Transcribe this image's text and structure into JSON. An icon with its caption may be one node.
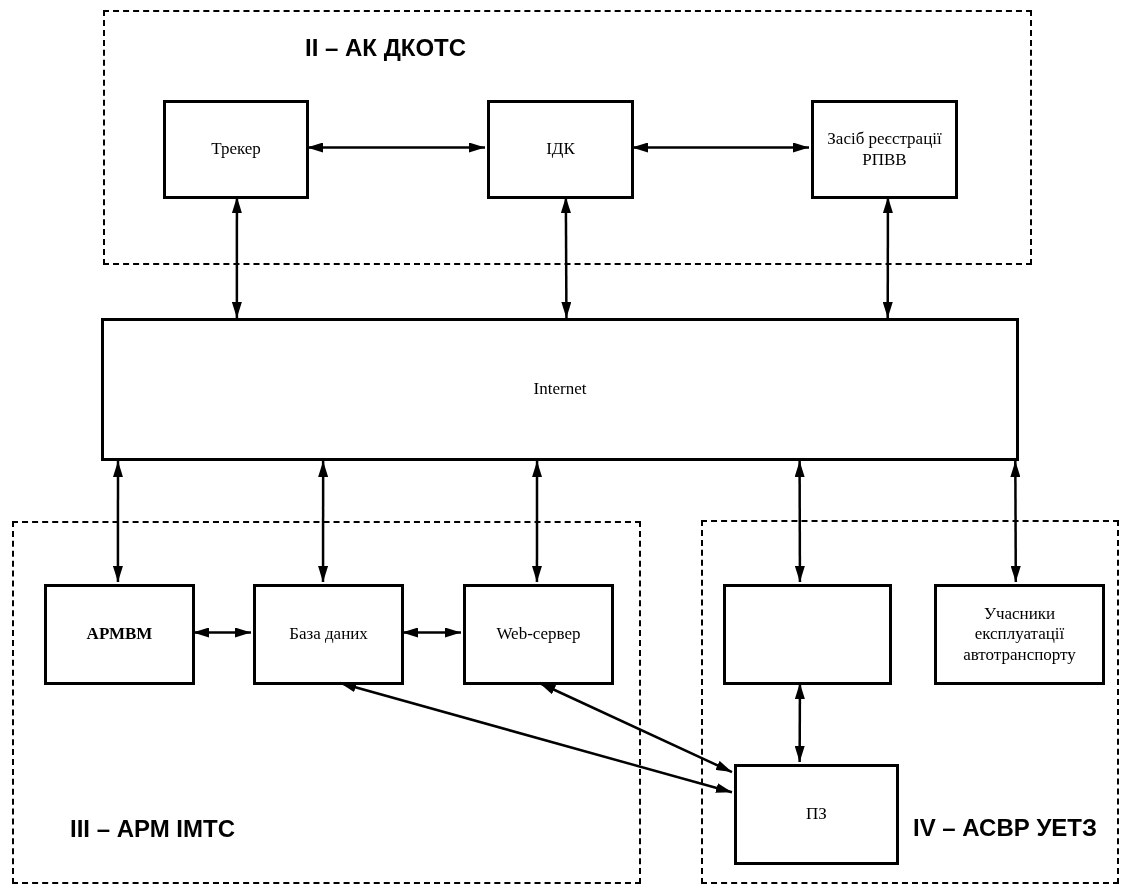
{
  "diagram": {
    "nodes": [
      {
        "text": [
          "II – АК ДКОТС"
        ]
      },
      {
        "text": [
          "Трекер"
        ],
        "in": 0
      },
      {
        "text": [
          "ІДК"
        ],
        "in": 0
      },
      {
        "text": [
          "Засіб реєстрації РПВВ"
        ],
        "in": 0
      },
      {
        "text": [
          "Internet"
        ]
      },
      {
        "text": [
          "III – АРМ ІМТС"
        ]
      },
      {
        "text": [
          "АРМВМ"
        ],
        "in": 5
      },
      {
        "text": [
          "База даних"
        ],
        "in": 5
      },
      {
        "text": [
          "Web-сервер"
        ],
        "in": 5
      },
      {
        "text": [
          "IV – АСВР УЕТЗ"
        ]
      },
      {
        "text": [],
        "shape": "box",
        "in": 9
      },
      {
        "text": [
          "Учасники експлуатації автотранспорту"
        ],
        "in": 9
      },
      {
        "text": [
          "ПЗ"
        ],
        "in": 9
      }
    ],
    "edges": [
      {
        "from": 1,
        "to": 2,
        "arrow": "both"
      },
      {
        "from": 2,
        "to": 3,
        "arrow": "both"
      },
      {
        "from": 4,
        "to": 1,
        "arrow": "both"
      },
      {
        "from": 4,
        "to": 2,
        "arrow": "both"
      },
      {
        "from": 4,
        "to": 3,
        "arrow": "both"
      },
      {
        "from": 4,
        "to": 6,
        "arrow": "both"
      },
      {
        "from": 4,
        "to": 7,
        "arrow": "both"
      },
      {
        "from": 4,
        "to": 8,
        "arrow": "both"
      },
      {
        "from": 4,
        "to": 10,
        "arrow": "both"
      },
      {
        "from": 4,
        "to": 11,
        "arrow": "both"
      },
      {
        "from": 6,
        "to": 7,
        "arrow": "both"
      },
      {
        "from": 7,
        "to": 8,
        "arrow": "both"
      },
      {
        "from": 10,
        "to": 12,
        "arrow": "both"
      },
      {
        "from": 7,
        "to": 12,
        "arrow": "both"
      },
      {
        "from": 8,
        "to": 12,
        "arrow": "both"
      }
    ]
  }
}
